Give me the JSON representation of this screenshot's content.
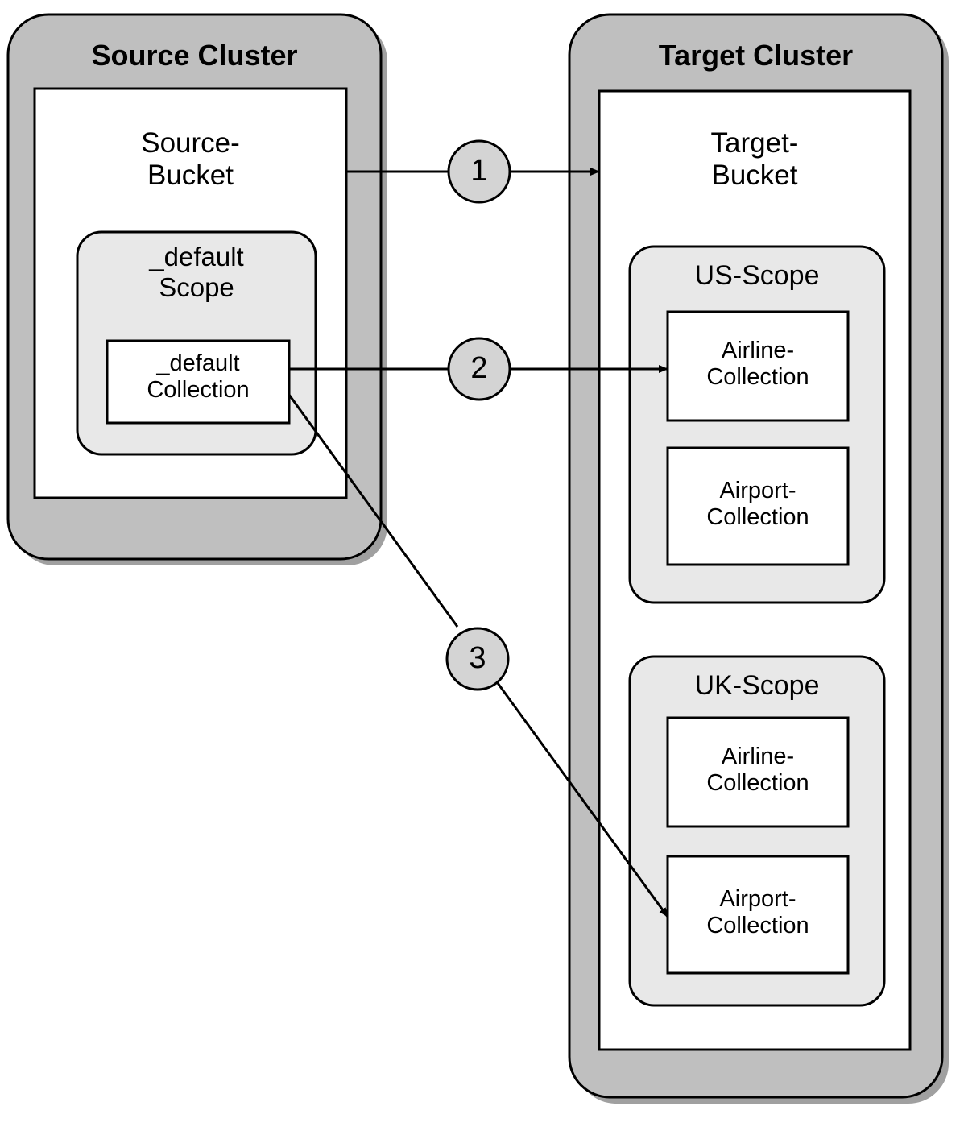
{
  "diagram": {
    "type": "architecture-flow",
    "background": "#ffffff",
    "colors": {
      "cluster_fill": "#bfbfbf",
      "bucket_fill": "#ffffff",
      "scope_fill": "#e8e8e8",
      "collection_fill": "#ffffff",
      "badge_fill": "#d4d4d4",
      "stroke": "#000000",
      "shadow": "#808080"
    }
  },
  "source_cluster": {
    "label": "Source Cluster",
    "bucket": {
      "label": "Source-\nBucket",
      "scopes": [
        {
          "label": "_default\nScope",
          "collections": [
            {
              "label": "_default\nCollection"
            }
          ]
        }
      ]
    }
  },
  "target_cluster": {
    "label": "Target Cluster",
    "bucket": {
      "label": "Target-\nBucket",
      "scopes": [
        {
          "label": "US-Scope",
          "collections": [
            {
              "label": "Airline-\nCollection"
            },
            {
              "label": "Airport-\nCollection"
            }
          ]
        },
        {
          "label": "UK-Scope",
          "collections": [
            {
              "label": "Airline-\nCollection"
            },
            {
              "label": "Airport-\nCollection"
            }
          ]
        }
      ]
    }
  },
  "flows": [
    {
      "badge": "1",
      "from": "Source-Bucket",
      "to": "Target-Bucket"
    },
    {
      "badge": "2",
      "from": "_default Collection",
      "to": "US-Scope Airline-Collection"
    },
    {
      "badge": "3",
      "from": "_default Collection",
      "to": "UK-Scope Airport-Collection"
    }
  ]
}
